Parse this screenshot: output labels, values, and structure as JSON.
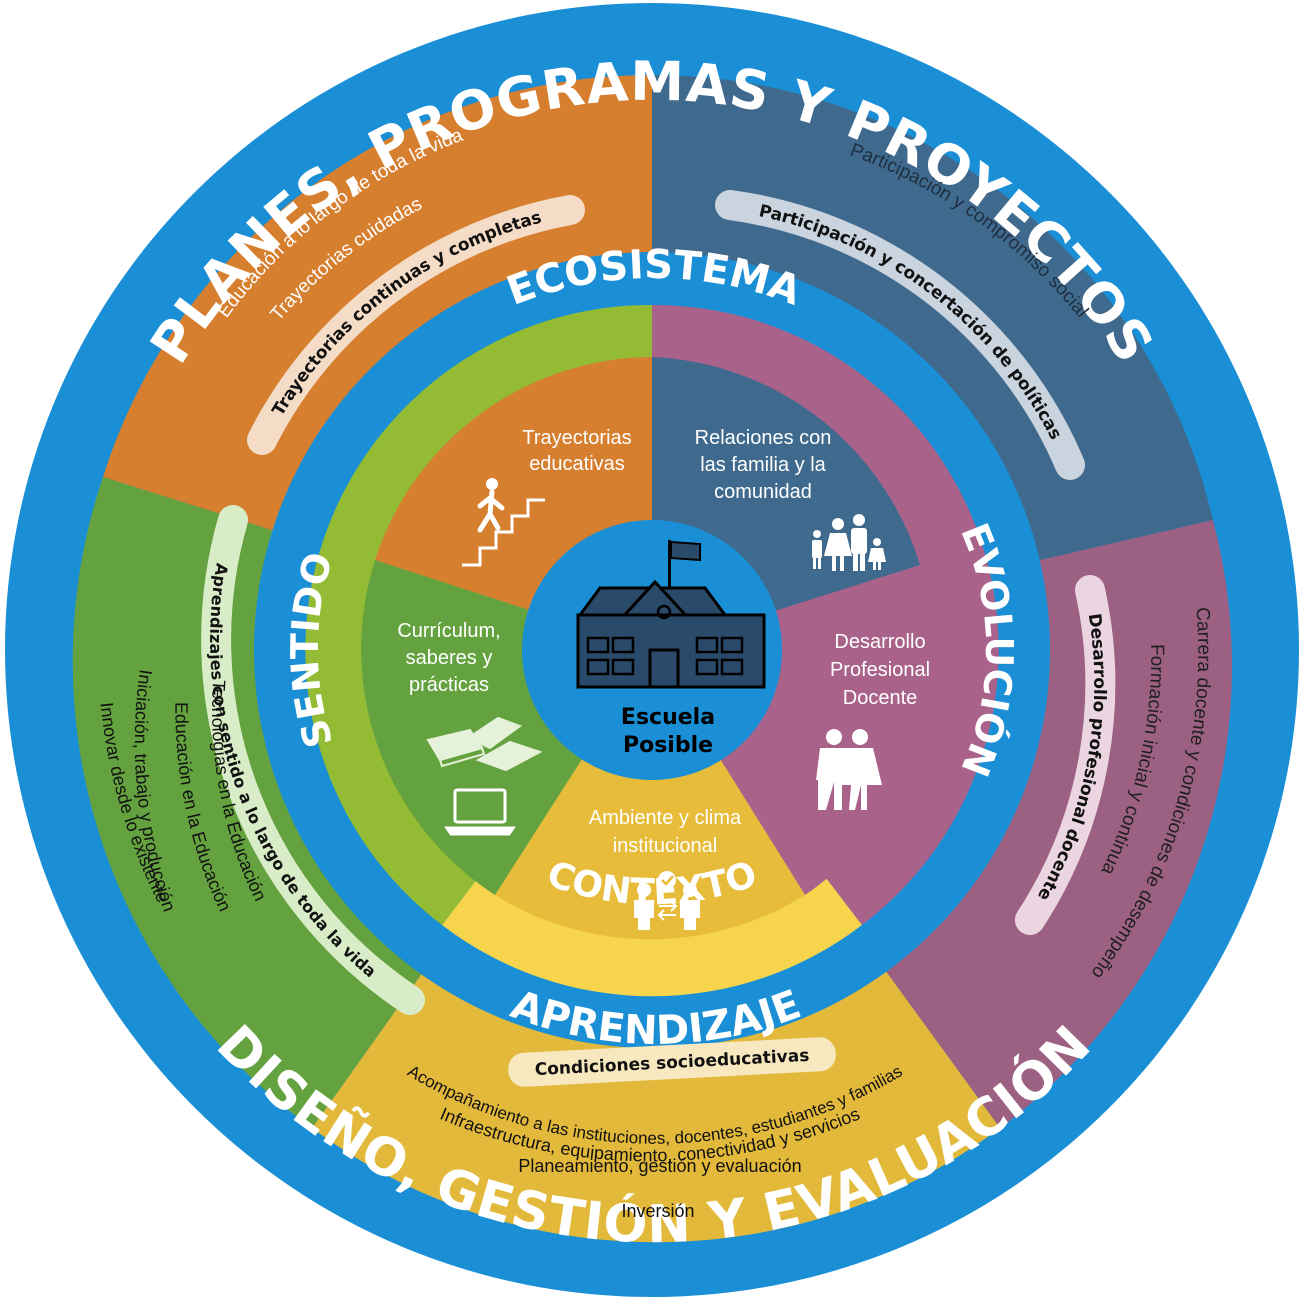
{
  "colors": {
    "blue": "#1a8fd6",
    "orange": "#d67f2f",
    "slate": "#3f6a8e",
    "mauve": "#9c6182",
    "mauve_inner": "#a9628a",
    "green": "#64a23f",
    "green_ring": "#93bb34",
    "yellow": "#e7bc3a",
    "yellow_ring": "#f6d54d"
  },
  "outer_titles": {
    "top": "PLANES, PROGRAMAS Y PROYECTOS",
    "bottom": "DISEÑO, GESTIÓN Y EVALUACIÓN"
  },
  "middle_titles": {
    "top": "ECOSISTEMA",
    "bottom": "APRENDIZAJE"
  },
  "inner_titles": {
    "left": "SENTIDO",
    "right": "EVOLUCIÓN",
    "bottom": "CONTEXTO"
  },
  "orange_section": {
    "pill": "Trayectorias continuas y completas",
    "lines": [
      "Educación a lo largo de toda la vida",
      "Trayectorias cuidadas"
    ]
  },
  "slate_section": {
    "pill": "Participación y concertación de políticas",
    "lines": [
      "Participación y compromiso social"
    ]
  },
  "mauve_section": {
    "pill": "Desarrollo profesional docente",
    "lines": [
      "Carrera docente y condiciones de desempeño",
      "Formación inicial y continua"
    ]
  },
  "green_section": {
    "pill": "Aprendizajes con sentido a lo largo de toda la vida",
    "lines": [
      "Innovar desde lo existente",
      "Iniciación, trabajo y producción",
      "Educación en la Educación",
      "Tecnologías en la Educación"
    ]
  },
  "yellow_section": {
    "pill": "Condiciones socioeducativas",
    "lines": [
      "Acompañamiento a las instituciones, docentes,  estudiantes y familias",
      "Infraestructura, equipamiento, conectividad y servicios",
      "Planeamiento, gestión y evaluación",
      "Inversión"
    ]
  },
  "inner_sectors": {
    "trayectorias": [
      "Trayectorias",
      "educativas"
    ],
    "relaciones": [
      "Relaciones con",
      "las familia y la",
      "comunidad"
    ],
    "desarrollo": [
      "Desarrollo",
      "Profesional",
      "Docente"
    ],
    "ambiente": [
      "Ambiente y clima",
      "institucional"
    ],
    "curriculum": [
      "Currículum,",
      "saberes y",
      "prácticas"
    ]
  },
  "center": {
    "line1": "Escuela",
    "line2": "Posible"
  },
  "icons": [
    "stairs-climber-icon",
    "family-icon",
    "teachers-icon",
    "people-exchange-icon",
    "books-icon",
    "laptop-icon",
    "school-building-icon"
  ]
}
